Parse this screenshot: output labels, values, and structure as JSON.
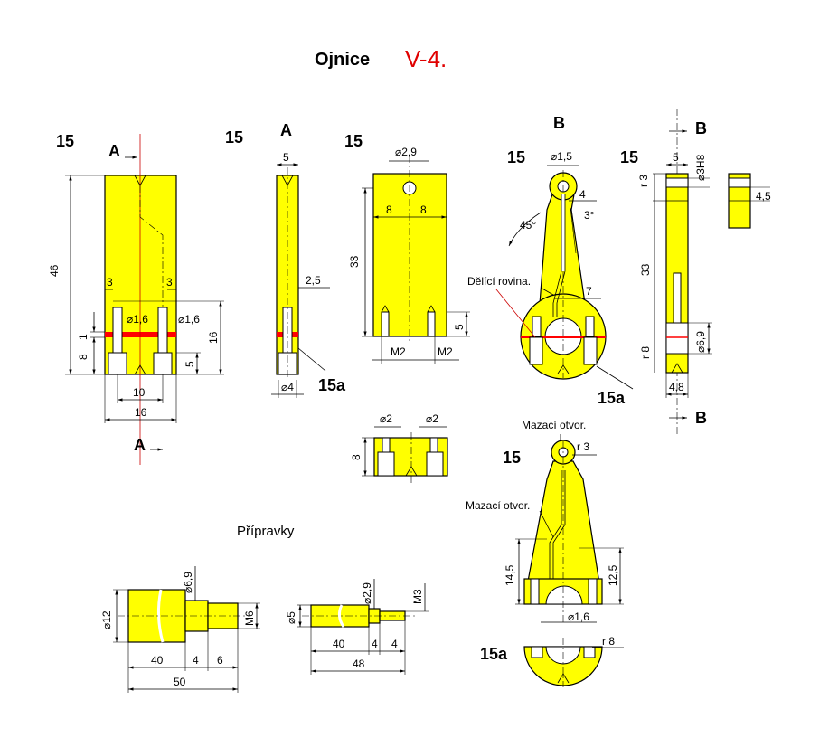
{
  "title": "Ojnice",
  "version": "V-4.",
  "subtitle_fixtures": "Přípravky",
  "part_labels": {
    "p15": "15",
    "p15a": "15a"
  },
  "section_labels": {
    "a": "A",
    "b": "B"
  },
  "notes": {
    "parting_plane": "Dělící rovina.",
    "oil_hole": "Mazací otvor."
  },
  "dims": {
    "d46": "46",
    "d3": "3",
    "d1": "1",
    "d8": "8",
    "d16": "16",
    "d5": "5",
    "d10": "10",
    "dia1_6": "1,6",
    "d2_5": "2,5",
    "dia4": "4",
    "dia2_9": "2,9",
    "d33": "33",
    "m2": "M2",
    "dia2": "2",
    "dia1_5": "1,5",
    "d4": "4",
    "d45": "45°",
    "d3deg": "3°",
    "d7": "7",
    "dia3h8": "3H8",
    "r3": "r 3",
    "d4_5": "4,5",
    "dia6_9": "6,9",
    "r8": "r 8",
    "d4_8": "4,8",
    "d14_5": "14,5",
    "d12_5": "12,5",
    "dia12": "12",
    "m6": "M6",
    "d40": "40",
    "d6": "6",
    "d50": "50",
    "dia5": "5",
    "m3": "M3",
    "d48": "48"
  },
  "colors": {
    "part": "#ffff00",
    "parting": "#ff0000",
    "version": "#e00000"
  }
}
